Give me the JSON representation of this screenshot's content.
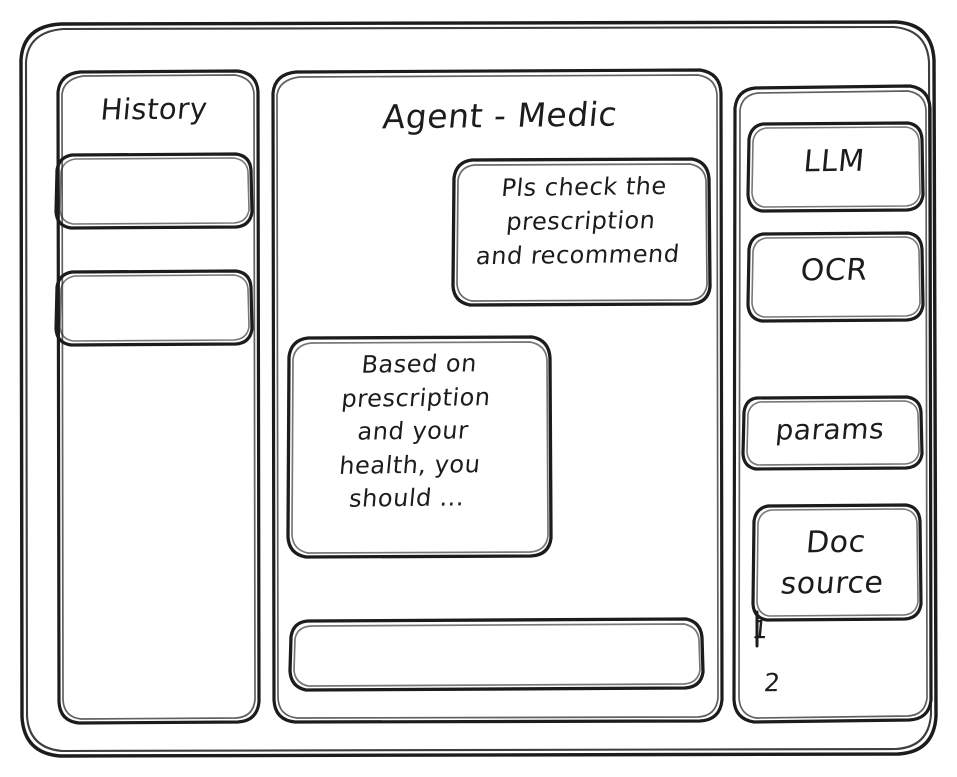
{
  "window": {
    "title": "Agent - Medic",
    "style": "hand-drawn-wireframe",
    "stroke_color": "#1c1c1c",
    "background_color": "#ffffff"
  },
  "sidebar_left": {
    "title": "History",
    "items": [
      {
        "label": "",
        "name": "history-item-1"
      },
      {
        "label": "",
        "name": "history-item-2"
      }
    ]
  },
  "main": {
    "title": "Agent - Medic",
    "messages": [
      {
        "role": "user",
        "text": "Pls check the\nprescription\nand recommend",
        "align": "right"
      },
      {
        "role": "assistant",
        "text": "Based on\nprescription\nand your\nhealth, you\nshould ...",
        "align": "left"
      }
    ],
    "composer": {
      "value": "",
      "placeholder": ""
    }
  },
  "sidebar_right": {
    "cards": [
      {
        "label": "LLM"
      },
      {
        "label": "OCR"
      },
      {
        "label": "params"
      },
      {
        "label": "Doc\nsource"
      }
    ],
    "sources": [
      {
        "label": "1"
      },
      {
        "label": "2"
      }
    ]
  }
}
